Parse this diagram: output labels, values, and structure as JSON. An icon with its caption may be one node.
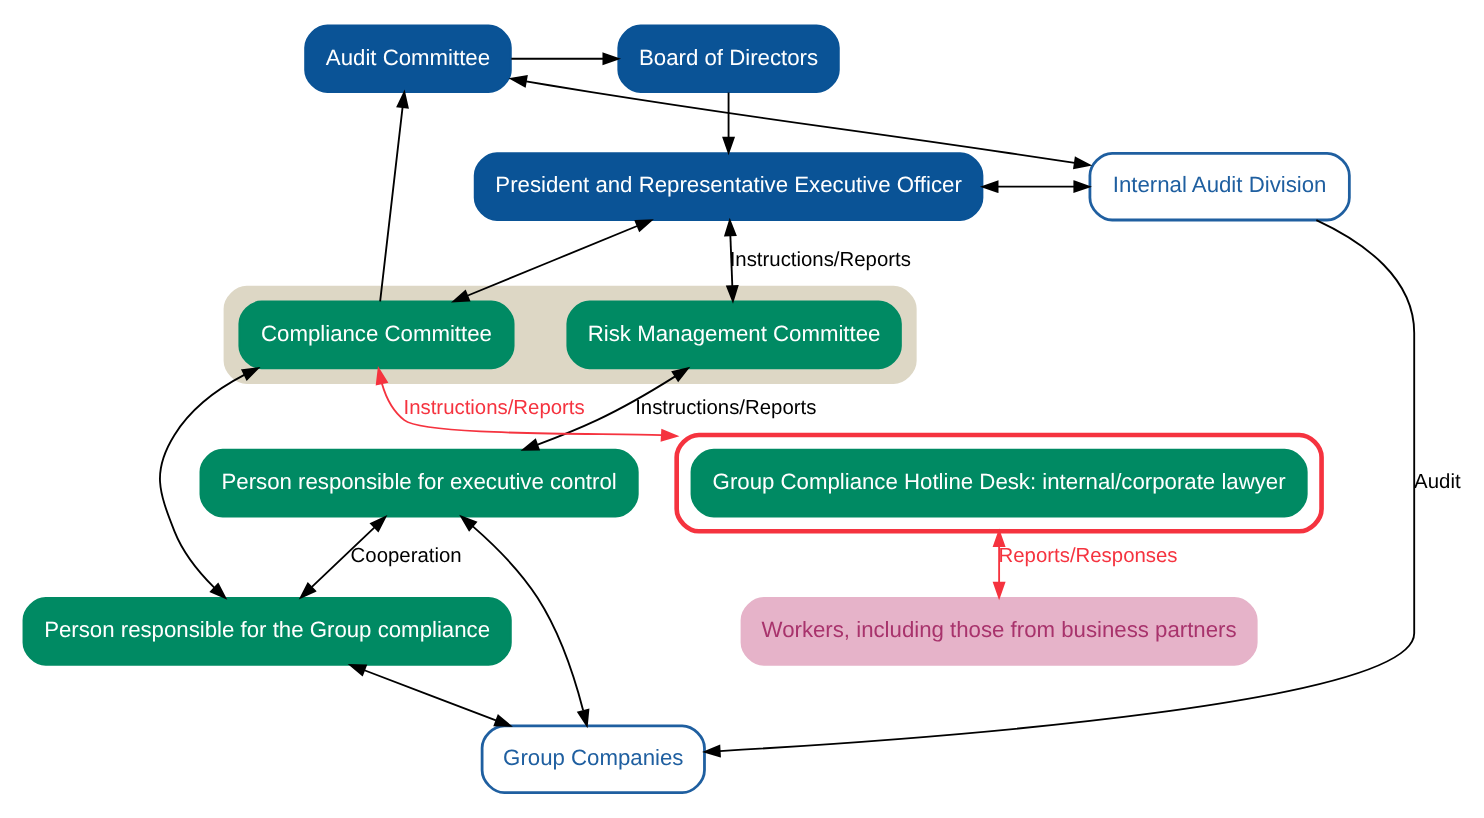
{
  "diagram": {
    "nodes": [
      {
        "text": [
          "Board of Directors"
        ]
      },
      {
        "text": [
          "Audit Committee"
        ]
      },
      {
        "text": [
          "President and Representative Executive Officer"
        ]
      },
      {
        "text": [
          "Internal Audit Division"
        ]
      },
      {
        "text": [],
        "shape": "box"
      },
      {
        "text": [
          "Risk Management Committee"
        ],
        "in": 4
      },
      {
        "text": [
          "Compliance Committee"
        ],
        "in": 4
      },
      {
        "text": [],
        "shape": "box"
      },
      {
        "text": [
          "Group Compliance Hotline Desk: internal/corporate lawyer"
        ],
        "in": 7
      },
      {
        "text": [
          "Person responsible for executive control"
        ]
      },
      {
        "text": [
          "Person responsible for the Group compliance"
        ]
      },
      {
        "text": [
          "Group Companies"
        ]
      },
      {
        "text": [
          "Workers, including those from business partners"
        ]
      }
    ],
    "edges": [
      {
        "from": 1,
        "to": 0,
        "arrow": "to"
      },
      {
        "from": 0,
        "to": 2,
        "arrow": "to"
      },
      {
        "from": 6,
        "to": 1,
        "arrow": "to"
      },
      {
        "from": 1,
        "to": 3,
        "arrow": "both"
      },
      {
        "from": 2,
        "to": 3,
        "arrow": "both"
      },
      {
        "from": 2,
        "to": 5,
        "arrow": "both",
        "label": "Instructions/Reports"
      },
      {
        "from": 2,
        "to": 6,
        "arrow": "both"
      },
      {
        "from": 3,
        "to": 11,
        "arrow": "to",
        "label": "Audit"
      },
      {
        "from": 6,
        "to": 7,
        "arrow": "both",
        "label": "Instructions/Reports",
        "color": "#f5333f"
      },
      {
        "from": 5,
        "to": 9,
        "arrow": "both",
        "label": "Instructions/Reports"
      },
      {
        "from": 6,
        "to": 10,
        "arrow": "both"
      },
      {
        "from": 9,
        "to": 10,
        "arrow": "both",
        "label": "Cooperation"
      },
      {
        "from": 9,
        "to": 11,
        "arrow": "both"
      },
      {
        "from": 10,
        "to": 11,
        "arrow": "both"
      },
      {
        "from": 7,
        "to": 12,
        "arrow": "both",
        "label": "Reports/Responses",
        "color": "#f5333f"
      }
    ]
  }
}
